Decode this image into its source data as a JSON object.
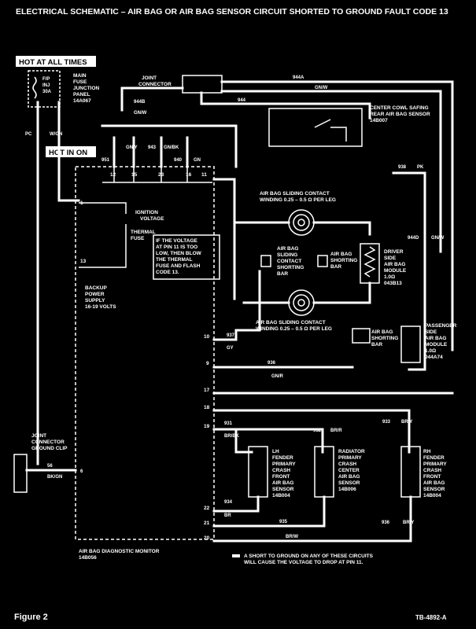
{
  "title": "ELECTRICAL SCHEMATIC – AIR BAG OR AIR BAG SENSOR CIRCUIT SHORTED TO GROUND FAULT CODE 13",
  "hot_at_all_times": "HOT AT ALL TIMES",
  "hot_in_on": "HOT IN ON",
  "fuse": {
    "line1": "F/P",
    "line2": "INJ",
    "line3": "30A"
  },
  "main_fuse_junction": [
    "MAIN",
    "FUSE",
    "JUNCTION",
    "PANEL",
    "14A067"
  ],
  "joint_connector": [
    "JOINT",
    "CONNECTOR"
  ],
  "safing_sensor": [
    "CENTER COWL SAFING",
    "REAR AIR BAG SENSOR",
    "14B007"
  ],
  "wires": {
    "w944A": "944A",
    "w944B": "944B",
    "w944": "944",
    "gnw": "GN/W",
    "pc": "PC",
    "wgn": "W/GN",
    "w951": "951",
    "gny": "GN/Y",
    "w943": "943",
    "gnbk": "GN/BK",
    "w940": "940",
    "gn": "GN",
    "w938": "938",
    "pk": "PK",
    "w944D": "944D",
    "gnw2": "GN/W",
    "w937": "937",
    "gy": "GY",
    "w936": "936",
    "gnr": "GN/R",
    "w931": "931",
    "brbk": "BR/BK",
    "w932": "932",
    "brr": "BR/R",
    "w933": "933",
    "bry": "BR/Y",
    "w934": "934",
    "br": "BR",
    "w935": "935",
    "brw": "BR/W",
    "w936b": "936",
    "bry2": "BR/Y",
    "w56": "56",
    "bkgn": "BK/GN",
    "w6": "6"
  },
  "pins": {
    "p12": "12",
    "p15": "15",
    "p23": "23",
    "p16": "16",
    "p11": "11",
    "p1": "1",
    "p13": "13",
    "p10": "10",
    "p9": "9",
    "p17": "17",
    "p18": "18",
    "p19": "19",
    "p22": "22",
    "p21": "21",
    "p20": "20"
  },
  "ignition_voltage": [
    "IGNITION",
    "VOLTAGE"
  ],
  "thermal_fuse": [
    "THERMAL",
    "FUSE"
  ],
  "note_pin11": [
    "IF THE VOLTAGE",
    "AT PIN 11 IS TOO",
    "LOW, THEN BLOW",
    "THE THERMAL",
    "FUSE AND FLASH",
    "CODE 13."
  ],
  "backup_power": [
    "BACKUP",
    "POWER",
    "SUPPLY",
    "16-19 VOLTS"
  ],
  "sliding_contact_top": [
    "AIR BAG SLIDING CONTACT",
    "WINDING 0.25 – 0.5 Ω PER LEG"
  ],
  "sliding_contact_bottom": [
    "AIR BAG SLIDING CONTACT",
    "WINDING 0.25 – 0.5 Ω PER LEG"
  ],
  "sliding_shorting_bar": [
    "AIR BAG",
    "SLIDING",
    "CONTACT",
    "SHORTING",
    "BAR"
  ],
  "shorting_bar": [
    "AIR BAG",
    "SHORTING",
    "BAR"
  ],
  "driver_module": [
    "DRIVER",
    "SIDE",
    "AIR BAG",
    "MODULE",
    "1.0Ω",
    "043B13"
  ],
  "passenger_module": [
    "PASSENGER",
    "SIDE",
    "AIR BAG",
    "MODULE",
    "1.0Ω",
    "044A74"
  ],
  "passenger_shorting_bar": [
    "AIR BAG",
    "SHORTING",
    "BAR"
  ],
  "ground_clip": [
    "JOINT",
    "CONNECTOR",
    "GROUND CLIP"
  ],
  "lh_sensor": [
    "LH",
    "FENDER",
    "PRIMARY",
    "CRASH",
    "FRONT",
    "AIR BAG",
    "SENSOR",
    "14B004"
  ],
  "rad_sensor": [
    "RADIATOR",
    "PRIMARY",
    "CRASH",
    "CENTER",
    "AIR BAG",
    "SENSOR",
    "14B006"
  ],
  "rh_sensor": [
    "RH",
    "FENDER",
    "PRIMARY",
    "CRASH",
    "FRONT",
    "AIR BAG",
    "SENSOR",
    "14B004"
  ],
  "diag_monitor": [
    "AIR BAG DIAGNOSTIC MONITOR",
    "14B056"
  ],
  "legend": [
    "A SHORT TO GROUND ON ANY OF THESE CIRCUITS",
    "WILL CAUSE THE VOLTAGE TO DROP AT PIN 11."
  ],
  "figure": "Figure 2",
  "ref": "TB-4892-A"
}
